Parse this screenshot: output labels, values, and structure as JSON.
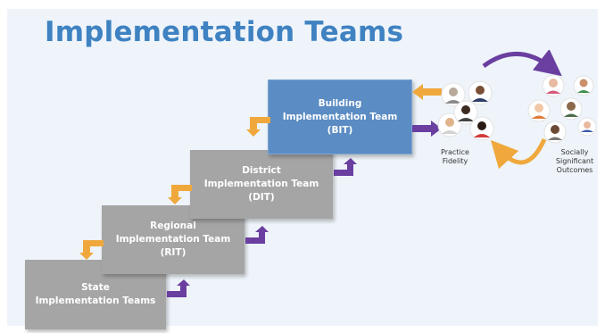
{
  "title": "Implementation Teams",
  "teams": {
    "state": {
      "line1": "State",
      "line2": "Implementation Teams",
      "line3": ""
    },
    "regional": {
      "line1": "Regional",
      "line2": "Implementation Team",
      "line3": "(RIT)"
    },
    "district": {
      "line1": "District",
      "line2": "Implementation Team",
      "line3": "(DIT)"
    },
    "building": {
      "line1": "Building",
      "line2": "Implementation Team",
      "line3": "(BIT)"
    }
  },
  "cycle": {
    "left_label_1": "Practice",
    "left_label_2": "Fidelity",
    "right_label_1": "Socially",
    "right_label_2": "Significant",
    "right_label_3": "Outcomes"
  },
  "colors": {
    "title": "#3f82c2",
    "grey_box": "#a5a5a5",
    "blue_box": "#5b8cc3",
    "up_arrow": "#6a3fa0",
    "down_arrow": "#f0a83c",
    "background": "#eef4fa"
  }
}
